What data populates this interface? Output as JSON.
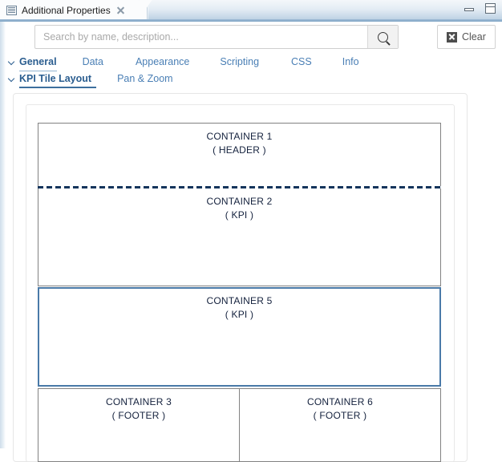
{
  "window": {
    "tab_title": "Additional Properties",
    "tab_icon": "properties-list-icon",
    "close_icon": "close-icon",
    "minimize_icon": "minimize-icon",
    "maximize_icon": "maximize-icon"
  },
  "search": {
    "placeholder": "Search by name, description...",
    "value": "",
    "search_icon": "magnifier-icon",
    "clear_label": "Clear",
    "clear_icon": "clear-x-icon"
  },
  "tabs": {
    "row1": [
      {
        "label": "General",
        "active": true,
        "has_chevron": true
      },
      {
        "label": "Data",
        "active": false,
        "has_chevron": false
      },
      {
        "label": "Appearance",
        "active": false,
        "has_chevron": false
      },
      {
        "label": "Scripting",
        "active": false,
        "has_chevron": false
      },
      {
        "label": "CSS",
        "active": false,
        "has_chevron": false
      },
      {
        "label": "Info",
        "active": false,
        "has_chevron": false
      }
    ],
    "row2": [
      {
        "label": "KPI Tile Layout",
        "active": true,
        "has_chevron": true
      },
      {
        "label": "Pan & Zoom",
        "active": false,
        "has_chevron": false
      }
    ]
  },
  "layout_preview": {
    "selected_container": "CONTAINER 5",
    "accent_color": "#4a7aa8",
    "divider_color": "#14355c",
    "tiles": [
      {
        "name": "CONTAINER 1",
        "role": "( HEADER )"
      },
      {
        "name": "CONTAINER 2",
        "role": "( KPI )"
      },
      {
        "name": "CONTAINER 5",
        "role": "( KPI )"
      },
      {
        "name": "CONTAINER 3",
        "role": "( FOOTER )"
      },
      {
        "name": "CONTAINER 6",
        "role": "( FOOTER )"
      }
    ]
  }
}
